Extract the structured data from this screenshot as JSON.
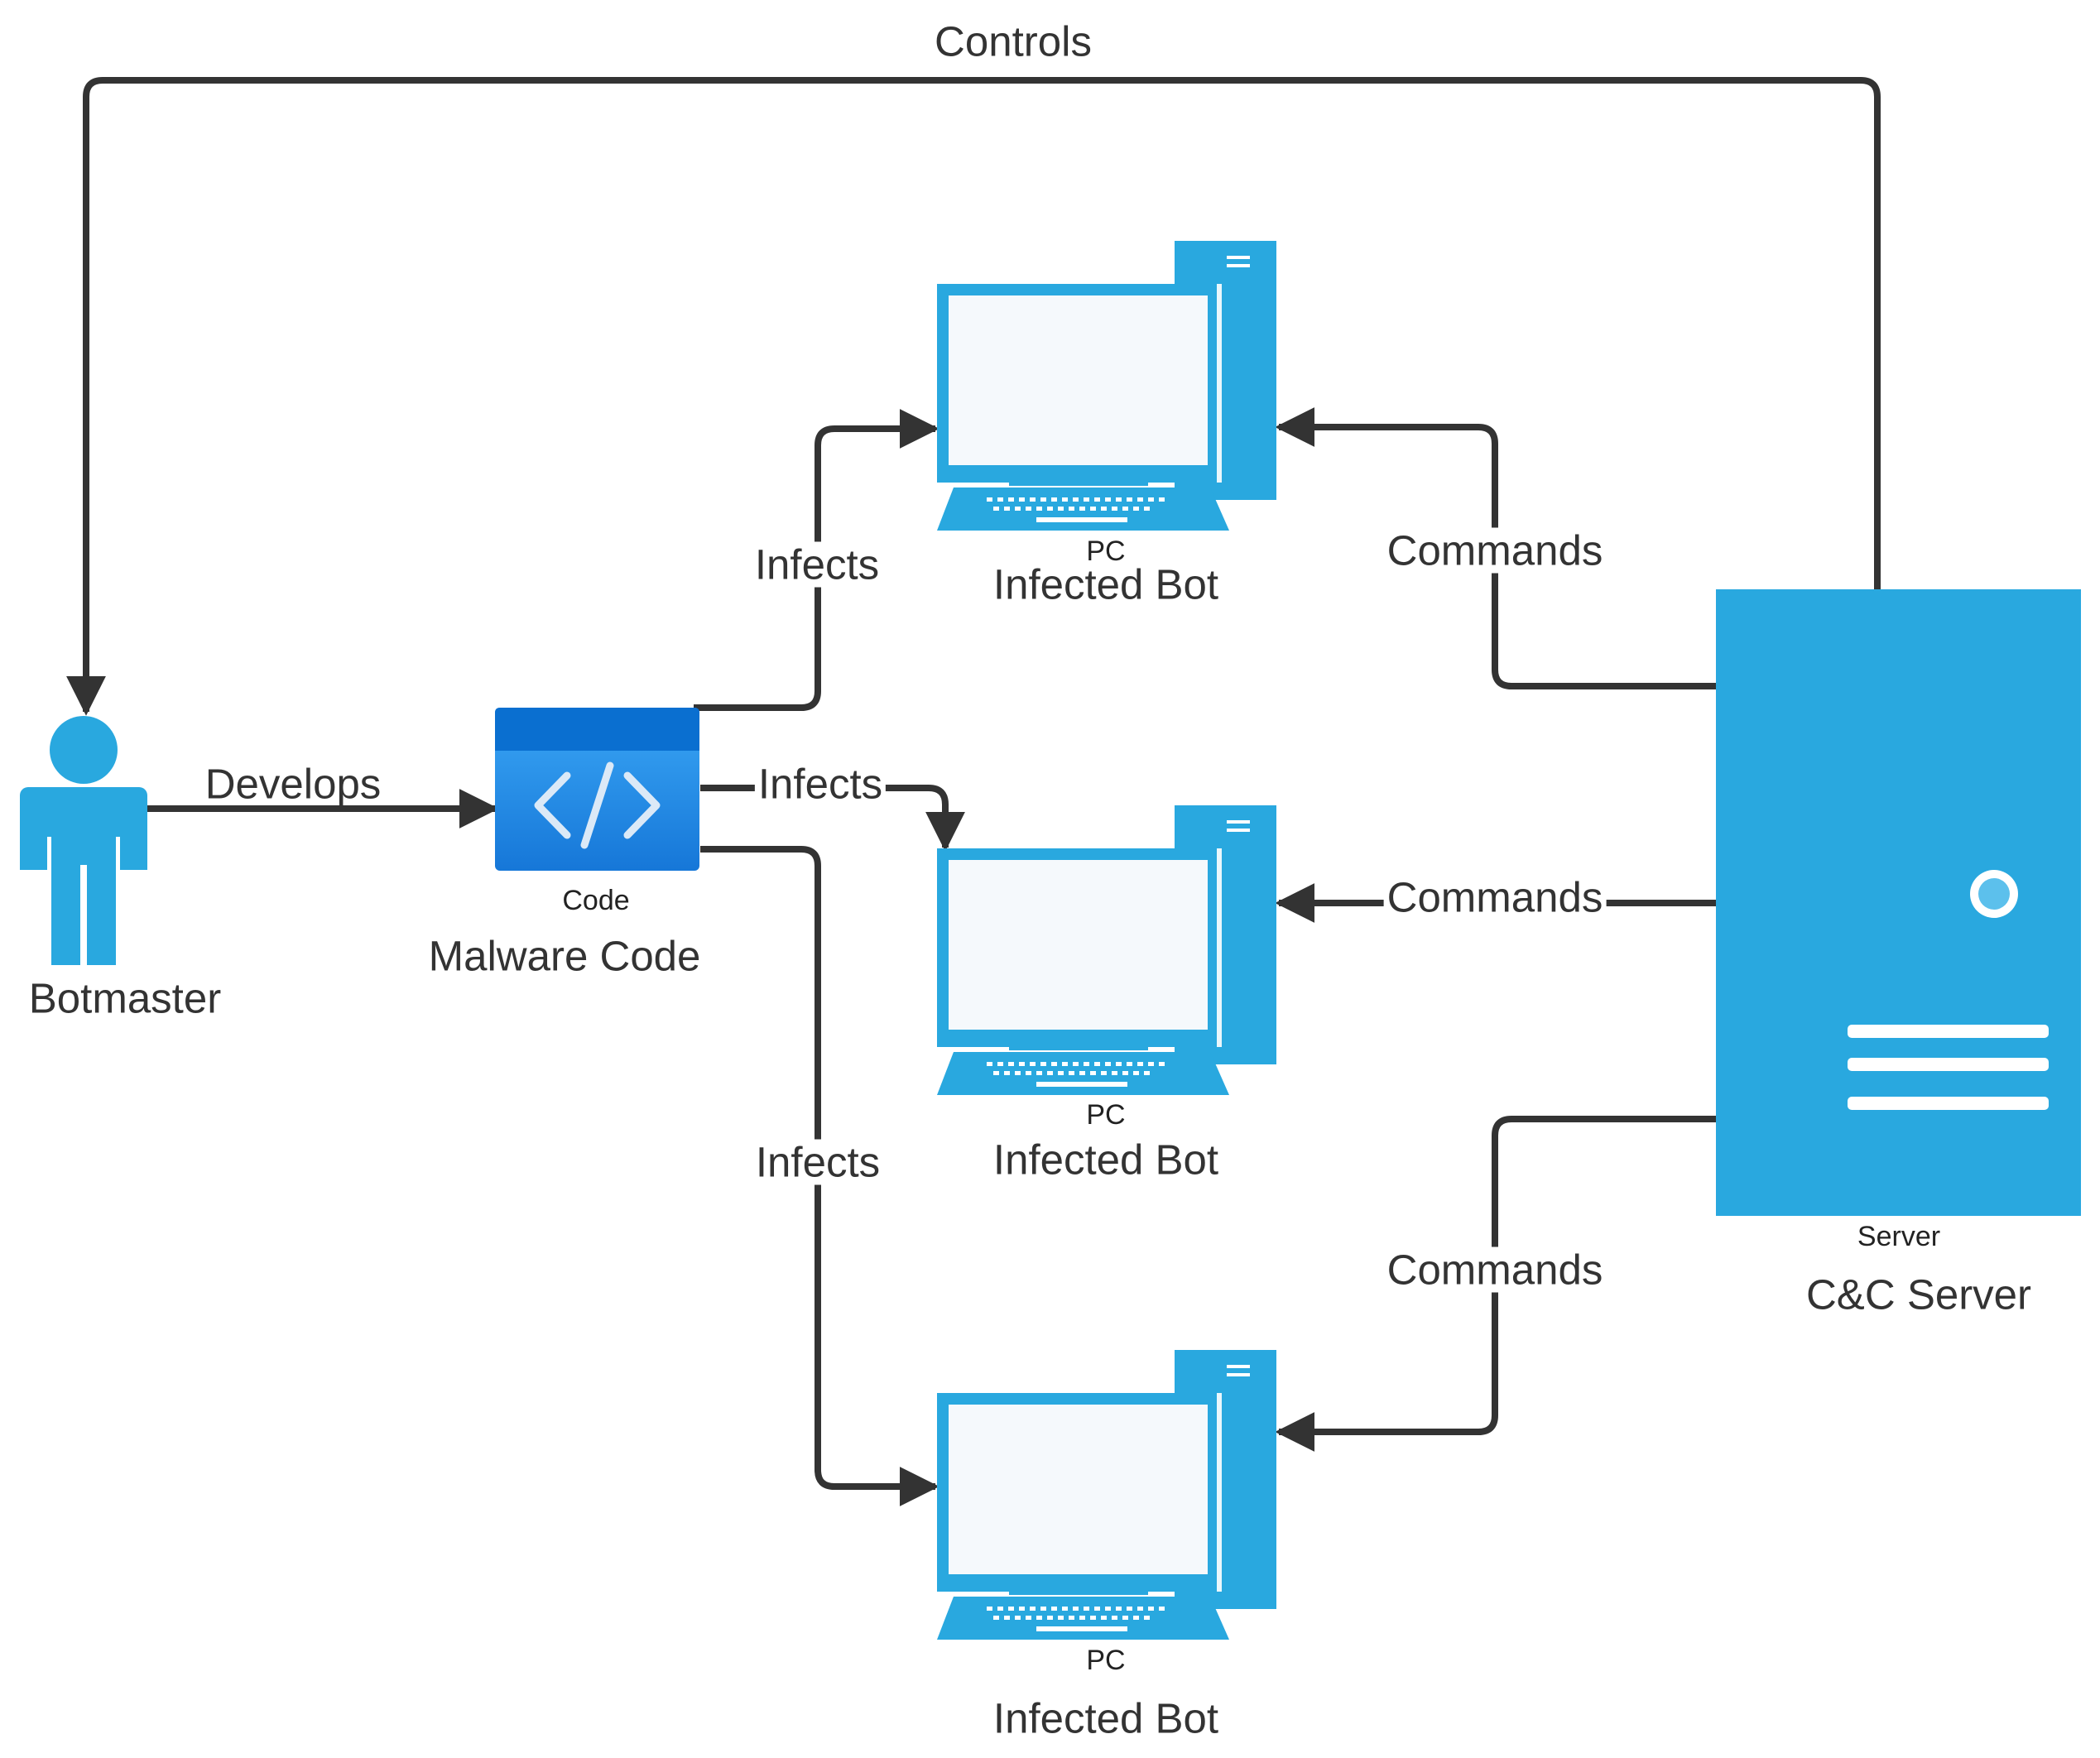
{
  "diagram": {
    "nodes": {
      "botmaster": {
        "label": "Botmaster"
      },
      "malware": {
        "label": "Malware Code",
        "icon_label": "Code",
        "icon": "code-icon"
      },
      "bot_top": {
        "label": "Infected Bot",
        "icon_label": "PC",
        "icon": "pc-icon"
      },
      "bot_mid": {
        "label": "Infected Bot",
        "icon_label": "PC",
        "icon": "pc-icon"
      },
      "bot_bottom": {
        "label": "Infected Bot",
        "icon_label": "PC",
        "icon": "pc-icon"
      },
      "server": {
        "label": "C&C Server",
        "icon_label": "Server",
        "icon": "server-icon"
      }
    },
    "edges": {
      "controls": {
        "label": "Controls",
        "from": "C&C Server",
        "to": "Botmaster"
      },
      "develops": {
        "label": "Develops",
        "from": "Botmaster",
        "to": "Malware Code"
      },
      "infects_top": {
        "label": "Infects",
        "from": "Malware Code",
        "to": "Infected Bot"
      },
      "infects_mid": {
        "label": "Infects",
        "from": "Malware Code",
        "to": "Infected Bot"
      },
      "infects_bottom": {
        "label": "Infects",
        "from": "Malware Code",
        "to": "Infected Bot"
      },
      "commands_top": {
        "label": "Commands",
        "from": "C&C Server",
        "to": "Infected Bot"
      },
      "commands_mid": {
        "label": "Commands",
        "from": "C&C Server",
        "to": "Infected Bot"
      },
      "commands_bottom": {
        "label": "Commands",
        "from": "C&C Server",
        "to": "Infected Bot"
      }
    },
    "colors": {
      "icon_blue": "#29a8df",
      "code_blue_dark": "#0a6fd0",
      "code_blue": "#1d8ff0",
      "screen": "#f5f9fc",
      "connector": "#333333"
    }
  }
}
